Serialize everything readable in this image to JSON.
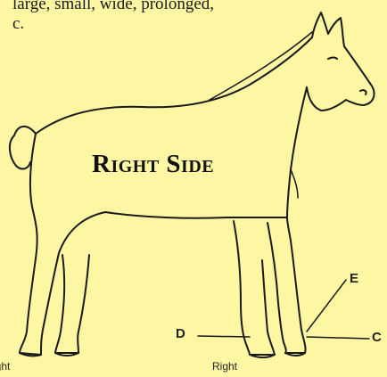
{
  "text_block": {
    "line1": "large, small, wide, prolonged,",
    "line2": "c."
  },
  "diagram": {
    "title": "Right Side",
    "markers": {
      "d": "D",
      "e": "E",
      "c": "C"
    },
    "bottom_labels": {
      "left": "ight",
      "right": "Right"
    }
  },
  "colors": {
    "background": "#fdf6a3",
    "ink": "#1a1a1a"
  }
}
